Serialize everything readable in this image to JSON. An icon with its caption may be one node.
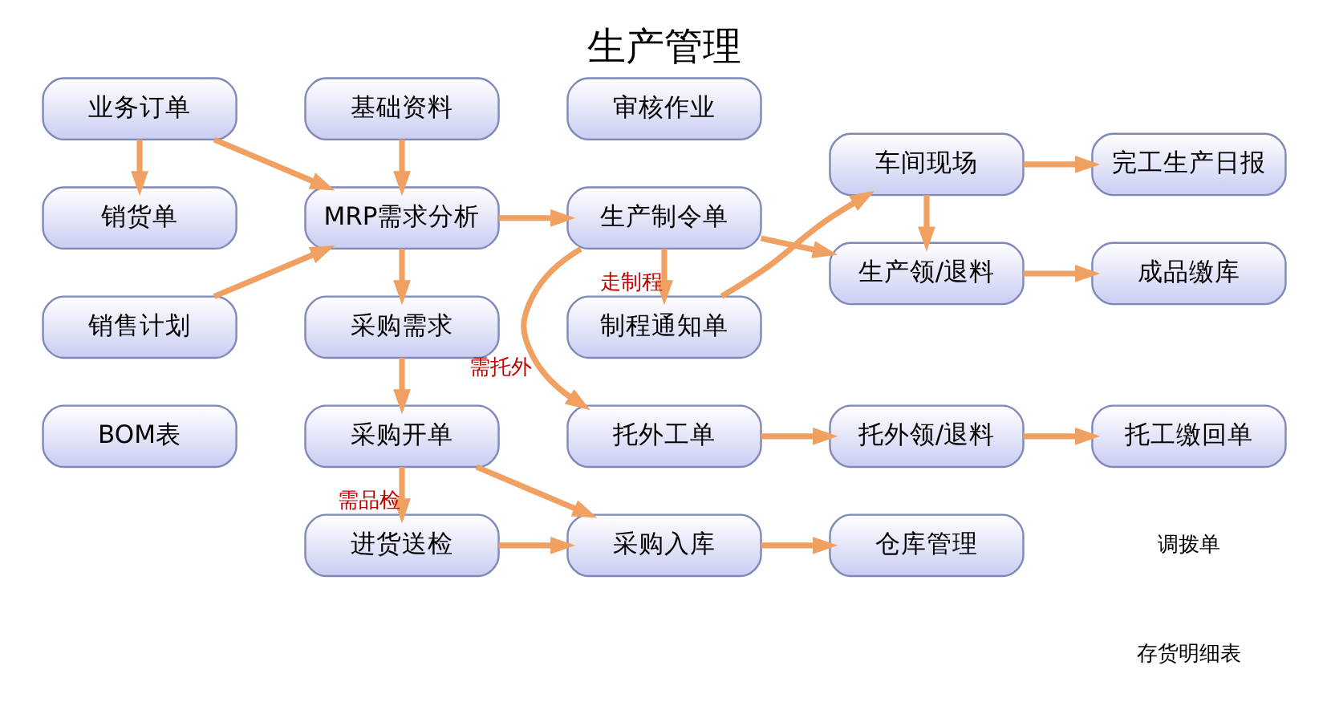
{
  "diagram": {
    "title": "生产管理",
    "nodes": [
      {
        "text": [
          "BOM表"
        ]
      },
      {
        "text": [
          "销售计划"
        ]
      },
      {
        "text": [
          "业务订单"
        ]
      },
      {
        "text": [
          "销货单"
        ]
      },
      {
        "text": [
          "基础资料"
        ]
      },
      {
        "text": [
          "MRP需求分析"
        ]
      },
      {
        "text": [
          "采购需求"
        ]
      },
      {
        "text": [
          "采购开单"
        ]
      },
      {
        "text": [
          "进货送检"
        ]
      },
      {
        "text": [
          "制程通知单"
        ]
      },
      {
        "text": [
          "车间现场"
        ]
      },
      {
        "text": [
          "完工生产日报"
        ]
      },
      {
        "text": [
          "生产制令单"
        ]
      },
      {
        "text": [
          "生产领/退料"
        ]
      },
      {
        "text": [
          "成品缴库"
        ]
      },
      {
        "text": [
          "托外工单"
        ]
      },
      {
        "text": [
          "托外领/退料"
        ]
      },
      {
        "text": [
          "托工缴回单"
        ]
      },
      {
        "text": [
          "采购入库"
        ]
      },
      {
        "text": [
          "仓库管理"
        ]
      },
      {
        "text": [
          "审核作业"
        ]
      }
    ],
    "edges": [
      {
        "from": 1,
        "to": 5,
        "arrow": "to"
      },
      {
        "from": 2,
        "to": 5,
        "arrow": "to"
      },
      {
        "from": 2,
        "to": 3,
        "arrow": "to"
      },
      {
        "from": 4,
        "to": 5,
        "arrow": "to"
      },
      {
        "from": 5,
        "to": 6,
        "arrow": "to"
      },
      {
        "from": 6,
        "to": 7,
        "arrow": "to"
      },
      {
        "from": 7,
        "to": 8,
        "arrow": "to",
        "label": "需品检"
      },
      {
        "from": 5,
        "to": 12,
        "arrow": "to"
      },
      {
        "from": 12,
        "to": 9,
        "arrow": "to",
        "label": "走制程"
      },
      {
        "from": 9,
        "to": 10,
        "arrow": "to"
      },
      {
        "from": 10,
        "to": 11,
        "arrow": "to"
      },
      {
        "from": 10,
        "to": 13,
        "arrow": "to"
      },
      {
        "from": 12,
        "to": 13,
        "arrow": "to"
      },
      {
        "from": 13,
        "to": 14,
        "arrow": "to"
      },
      {
        "from": 12,
        "to": 15,
        "arrow": "to",
        "label": "需托外"
      },
      {
        "from": 15,
        "to": 16,
        "arrow": "to"
      },
      {
        "from": 16,
        "to": 17,
        "arrow": "to"
      },
      {
        "from": 7,
        "to": 18,
        "arrow": "to"
      },
      {
        "from": 8,
        "to": 18,
        "arrow": "to"
      },
      {
        "from": 18,
        "to": 19,
        "arrow": "to"
      }
    ],
    "labels": [
      "调拨单",
      "存货明细表"
    ]
  }
}
